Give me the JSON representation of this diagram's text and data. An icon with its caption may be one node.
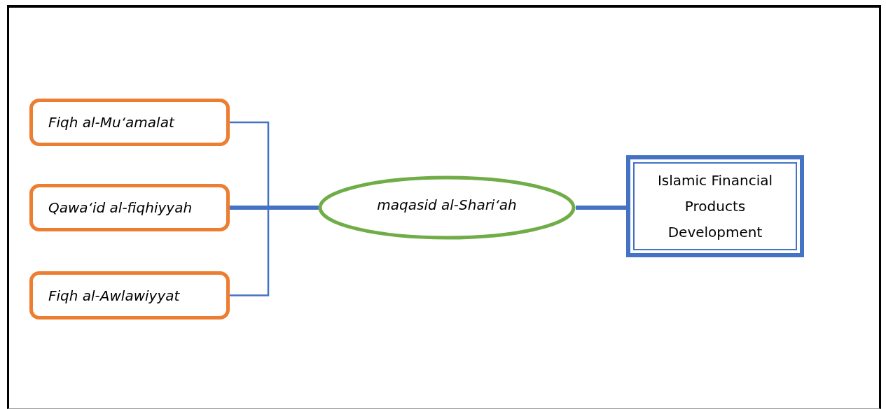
{
  "diagram": {
    "nodes": [
      {
        "text": [
          "Fiqh al-Mu‘amalat"
        ]
      },
      {
        "text": [
          "Qawa‘id al-fiqhiyyah"
        ]
      },
      {
        "text": [
          "Fiqh al-Awlawiyyat"
        ]
      },
      {
        "text": [
          "maqasid al-Shari‘ah"
        ]
      },
      {
        "text": [
          "Islamic Financial Products Development"
        ]
      }
    ],
    "edges": [
      {
        "from": 0,
        "to": 3,
        "arrow": "none"
      },
      {
        "from": 1,
        "to": 3,
        "arrow": "none",
        "style": "thick"
      },
      {
        "from": 2,
        "to": 3,
        "arrow": "none"
      },
      {
        "from": 3,
        "to": 4,
        "arrow": "none",
        "style": "thick"
      }
    ]
  }
}
